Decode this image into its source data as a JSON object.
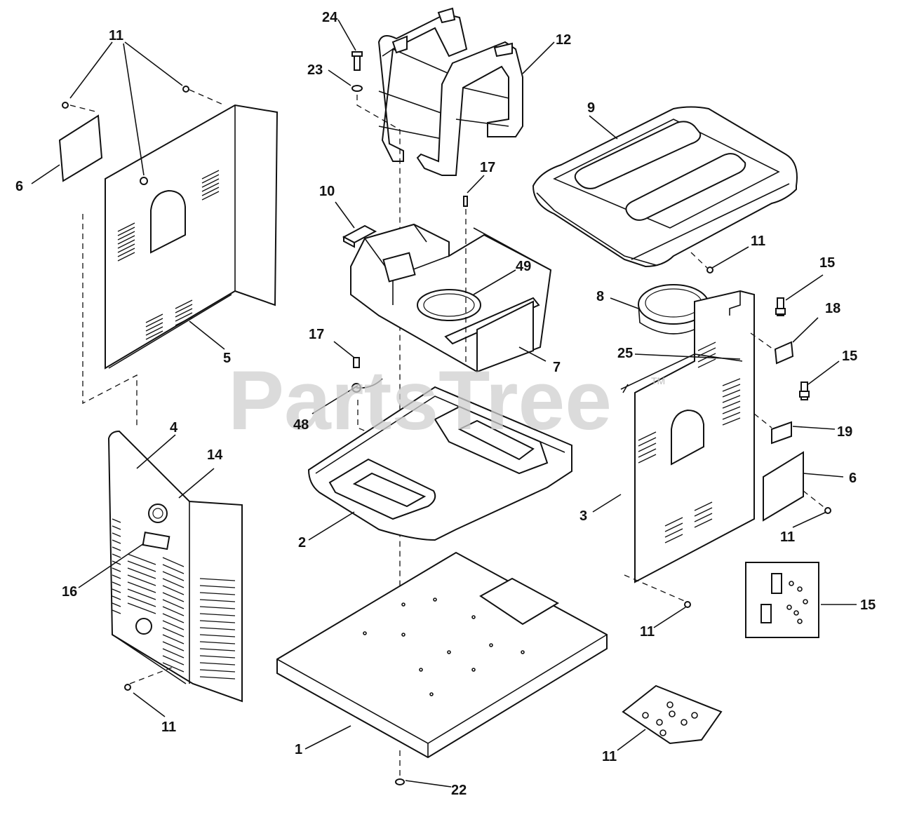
{
  "watermark": {
    "text": "PartsTree",
    "trademark": "TM"
  },
  "callouts": {
    "c1": "1",
    "c2": "2",
    "c3": "3",
    "c4": "4",
    "c5": "5",
    "c6a": "6",
    "c6b": "6",
    "c7": "7",
    "c8": "8",
    "c9": "9",
    "c10": "10",
    "c11a": "11",
    "c11b": "11",
    "c11c": "11",
    "c11d": "11",
    "c11e": "11",
    "c11f": "11",
    "c12": "12",
    "c14": "14",
    "c15a": "15",
    "c15b": "15",
    "c15c": "15",
    "c16": "16",
    "c17a": "17",
    "c17b": "17",
    "c18": "18",
    "c19": "19",
    "c22": "22",
    "c23": "23",
    "c24": "24",
    "c25": "25",
    "c48": "48",
    "c49": "49"
  }
}
